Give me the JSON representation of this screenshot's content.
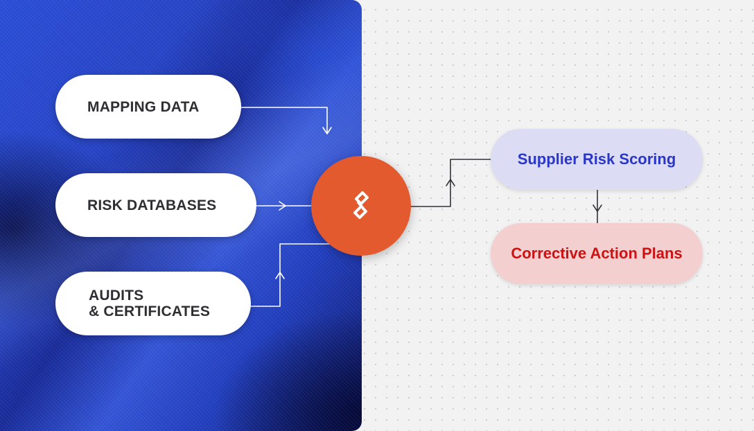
{
  "inputs": [
    {
      "label": "MAPPING DATA"
    },
    {
      "label": "RISK DATABASES"
    },
    {
      "label": "AUDITS\n& CERTIFICATES"
    }
  ],
  "hub": {
    "icon": "link-chain-icon",
    "color": "#e45a2f"
  },
  "outputs": [
    {
      "label": "Supplier Risk Scoring",
      "text_color": "#2a36c8",
      "bg": "#dcdcf4"
    },
    {
      "label": "Corrective Action Plans",
      "text_color": "#cc1212",
      "bg": "#f3cfcf"
    }
  ]
}
